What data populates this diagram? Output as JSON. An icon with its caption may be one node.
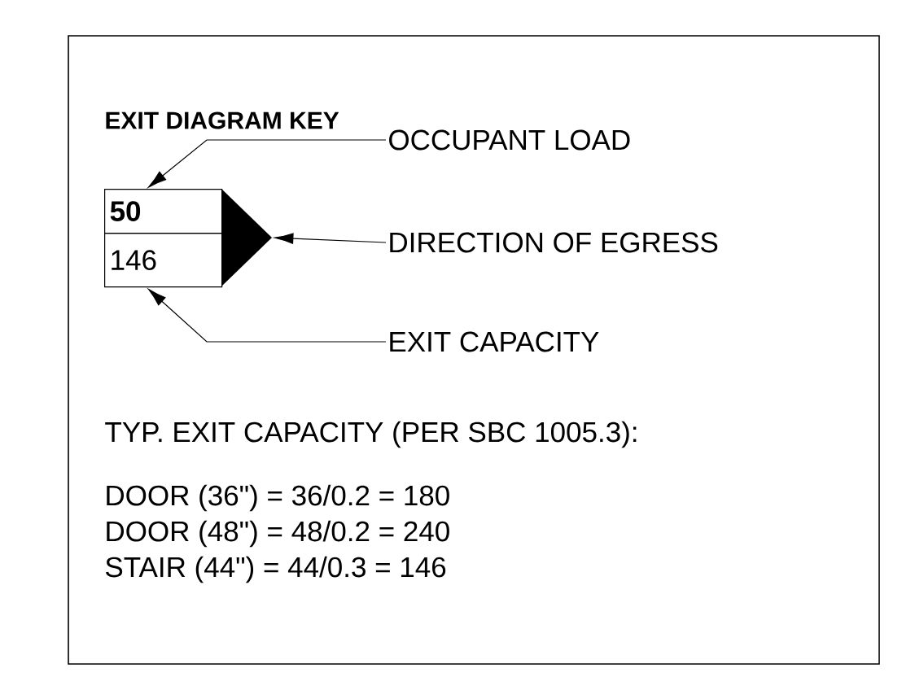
{
  "diagram": {
    "title": "EXIT DIAGRAM KEY",
    "nodes": [
      {
        "text": [
          "OCCUPANT LOAD"
        ]
      },
      {
        "text": [
          "DIRECTION OF EGRESS"
        ]
      },
      {
        "text": [
          "EXIT CAPACITY"
        ]
      },
      {
        "text": [
          "50"
        ]
      },
      {
        "text": [
          "146"
        ]
      },
      {
        "text": [],
        "shape": "triangle"
      }
    ],
    "edges": [
      {
        "from": 0,
        "to": 3,
        "arrow": "to"
      },
      {
        "from": 1,
        "to": 5,
        "arrow": "to"
      },
      {
        "from": 2,
        "to": 4,
        "arrow": "to"
      }
    ],
    "labels": [
      "TYP. EXIT CAPACITY (PER SBC 1005.3):",
      "DOOR (36\") = 36/0.2 = 180",
      "DOOR (48\") = 48/0.2 = 240",
      "STAIR (44\") = 44/0.3 = 146"
    ]
  }
}
